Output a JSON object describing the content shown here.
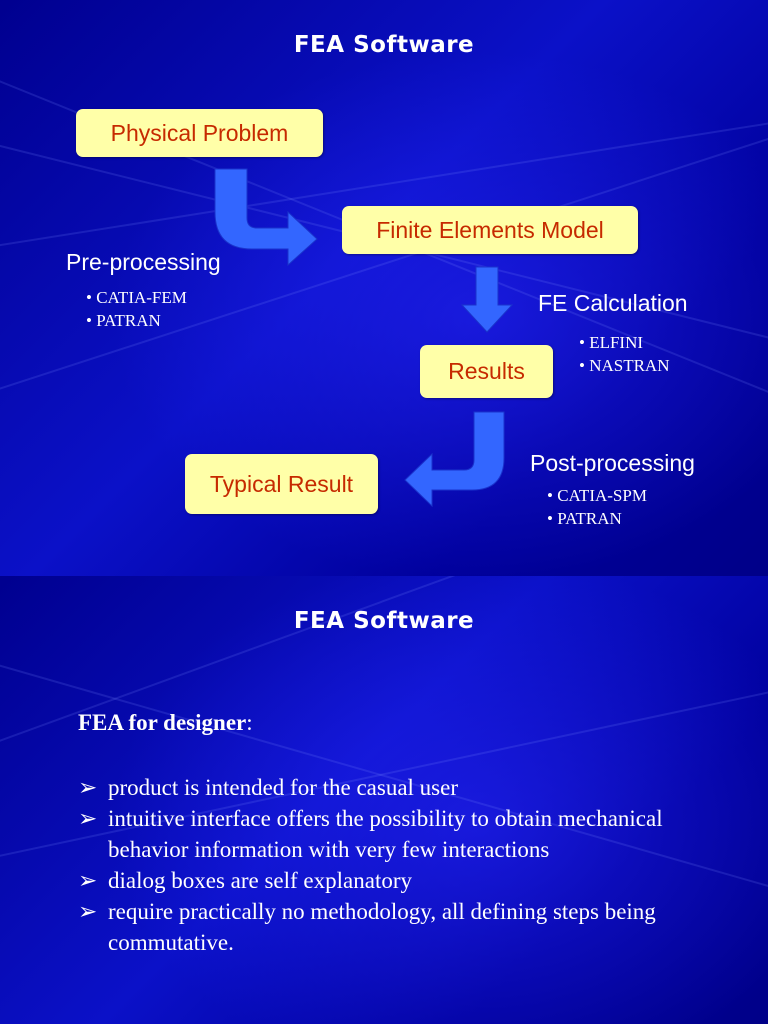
{
  "slide1": {
    "title": "FEA Software",
    "boxes": {
      "physical_problem": "Physical Problem",
      "fe_model": "Finite Elements Model",
      "results": "Results",
      "typical_result": "Typical Result"
    },
    "pre_processing": {
      "label": "Pre-processing",
      "tools": [
        "CATIA-FEM",
        "PATRAN"
      ]
    },
    "fe_calculation": {
      "label": "FE Calculation",
      "tools": [
        "ELFINI",
        "NASTRAN"
      ]
    },
    "post_processing": {
      "label": "Post-processing",
      "tools": [
        "CATIA-SPM",
        "PATRAN"
      ]
    }
  },
  "slide2": {
    "title": "FEA Software",
    "heading": "FEA for designer",
    "heading_suffix": ":",
    "bullet_marker": "➢",
    "points": [
      "product is intended for the casual user",
      "intuitive interface offers the possibility to obtain mechanical behavior information with very few interactions",
      "dialog boxes are self explanatory",
      "require practically no methodology, all defining steps being commutative."
    ]
  },
  "colors": {
    "box_fill": "#ffffa8",
    "box_text": "#c62a00",
    "arrow_fill": "#3366ff",
    "background": "#0a10c0"
  }
}
